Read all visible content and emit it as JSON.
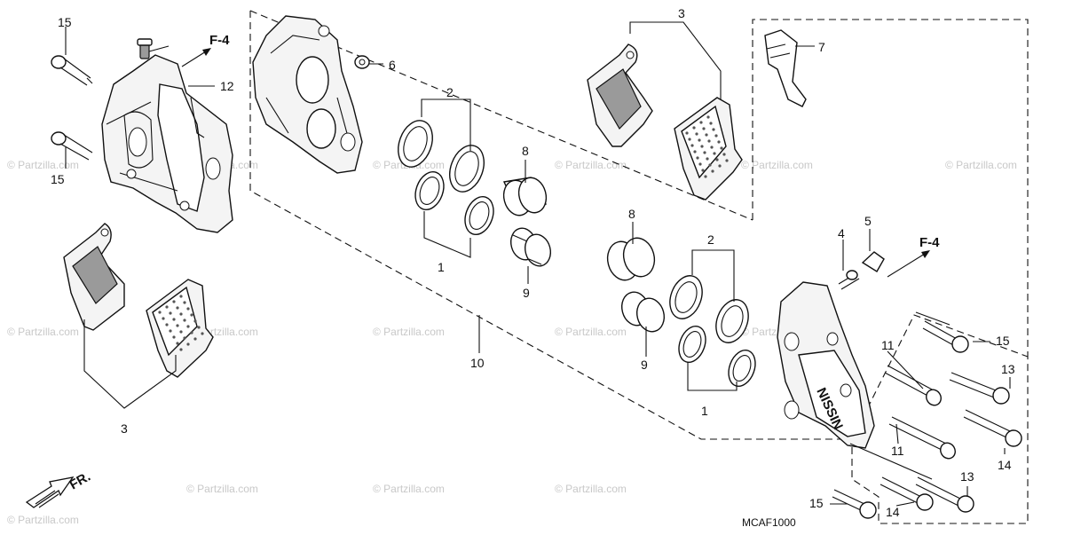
{
  "diagram_code": "MCAF1000",
  "front_label": "FR.",
  "ref_labels": {
    "f4_top": "F-4",
    "f4_right": "F-4"
  },
  "nissin_text": "NISSIN",
  "watermarks": [
    "© Partzilla.com",
    "© Partzilla.com",
    "© Partzilla.com",
    "© Partzilla.com",
    "© Partzilla.com",
    "© Partzilla.com",
    "© Partzilla.com",
    "© Partzilla.com",
    "© Partzilla.com",
    "© Partzilla.com",
    "© Partzilla.com",
    "© Partzilla.com",
    "© Partzilla.com",
    "© Partzilla.com",
    "© Partzilla.com"
  ],
  "callouts": [
    "15",
    "12",
    "15",
    "3",
    "6",
    "2",
    "1",
    "8",
    "9",
    "10",
    "3",
    "7",
    "8",
    "2",
    "9",
    "1",
    "4",
    "5",
    "15",
    "11",
    "13",
    "11",
    "14",
    "13",
    "15",
    "14"
  ]
}
